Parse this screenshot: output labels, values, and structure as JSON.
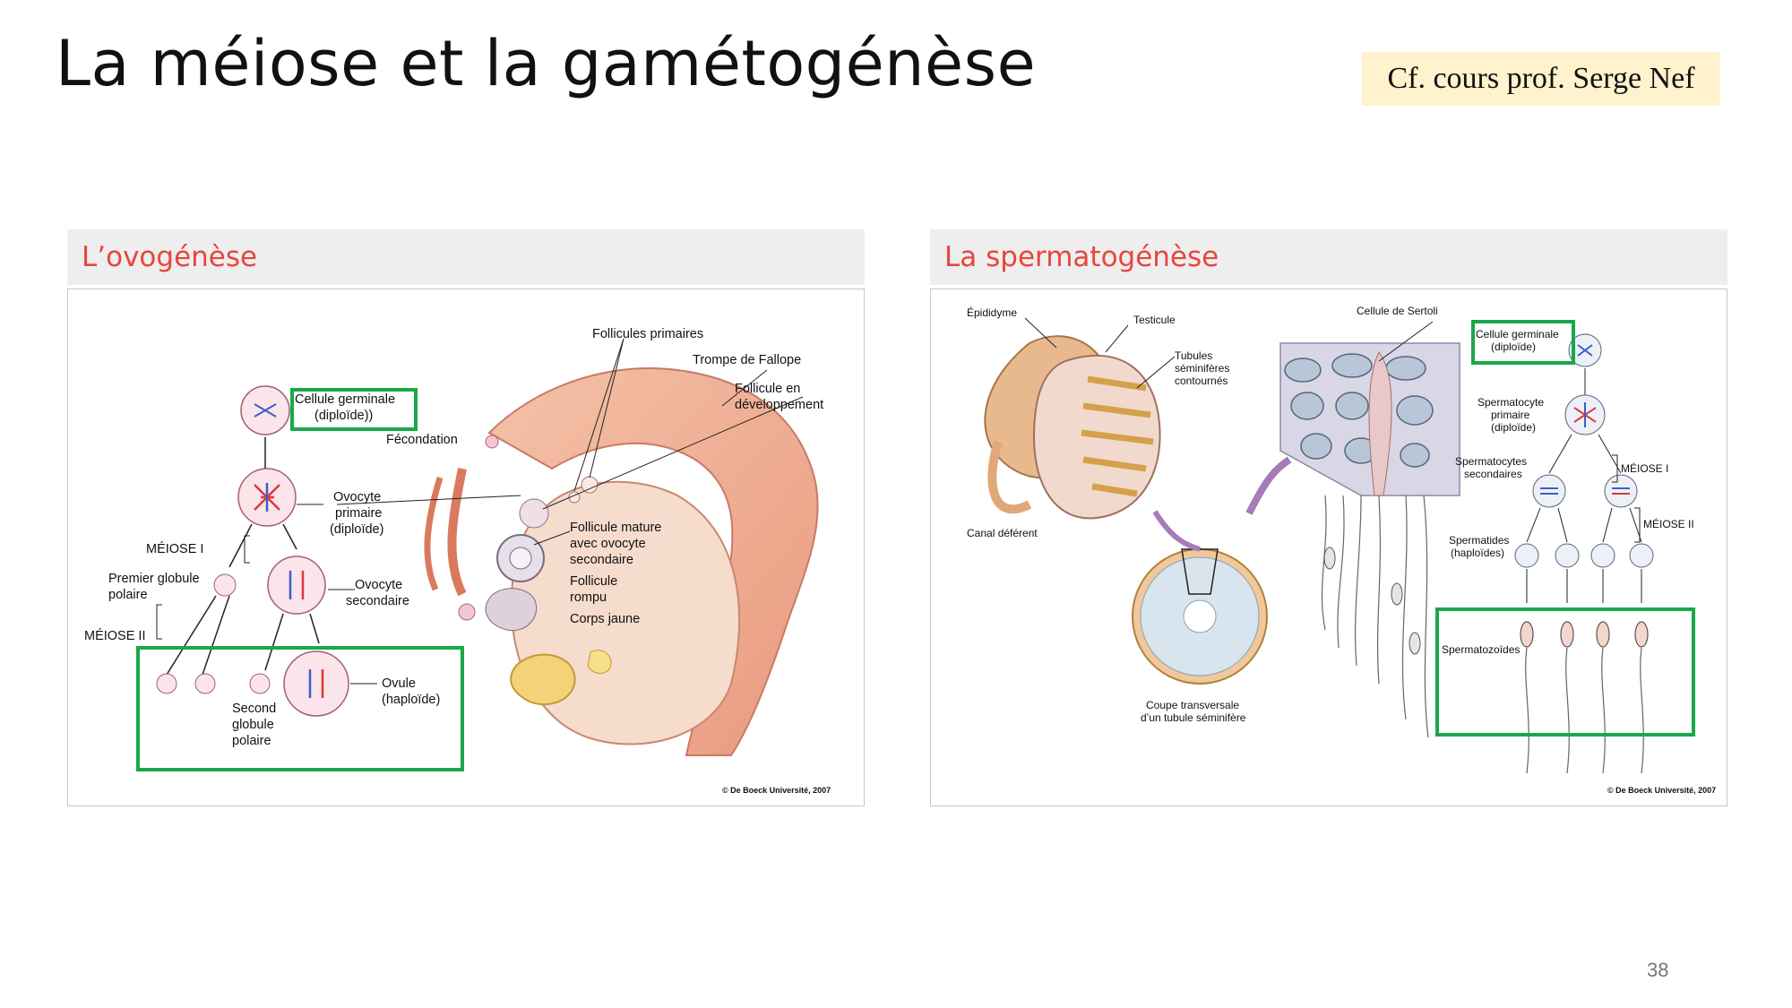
{
  "slide": {
    "title": "La méiose et la gamétogénèse",
    "reference": "Cf. cours prof. Serge Nef",
    "page_number": "38"
  },
  "left_panel": {
    "heading": "L’ovogénèse",
    "labels": {
      "follicules_primaires": "Follicules primaires",
      "trompe": "Trompe de Fallope",
      "follicule_dev_1": "Follicule en",
      "follicule_dev_2": "développement",
      "cellule_germinale_1": "Cellule germinale",
      "cellule_germinale_2": "(diploïde))",
      "fecondation": "Fécondation",
      "ovocyte_primaire_1": "Ovocyte",
      "ovocyte_primaire_2": "primaire",
      "ovocyte_primaire_3": "(diploïde)",
      "meiose_1": "MÉIOSE I",
      "premier_globule_1": "Premier globule",
      "premier_globule_2": "polaire",
      "meiose_2": "MÉIOSE II",
      "ovocyte_secondaire_1": "Ovocyte",
      "ovocyte_secondaire_2": "secondaire",
      "follicule_mature_1": "Follicule mature",
      "follicule_mature_2": "avec ovocyte",
      "follicule_mature_3": "secondaire",
      "follicule_rompu_1": "Follicule",
      "follicule_rompu_2": "rompu",
      "corps_jaune": "Corps jaune",
      "second_globule_1": "Second",
      "second_globule_2": "globule",
      "second_globule_3": "polaire",
      "ovule_1": "Ovule",
      "ovule_2": "(haploïde)",
      "copyright": "© De Boeck Université, 2007"
    }
  },
  "right_panel": {
    "heading": "La spermatogénèse",
    "labels": {
      "epididyme": "Épididyme",
      "testicule": "Testicule",
      "tubules_1": "Tubules",
      "tubules_2": "séminifères",
      "tubules_3": "contournés",
      "canal": "Canal déférent",
      "coupe_1": "Coupe transversale",
      "coupe_2": "d’un tubule séminifère",
      "sertoli": "Cellule de Sertoli",
      "cellule_germinale_1": "Cellule germinale",
      "cellule_germinale_2": "(diploïde)",
      "spermatocyte_1": "Spermatocyte",
      "spermatocyte_2": "primaire",
      "spermatocyte_3": "(diploïde)",
      "meiose_1": "MÉIOSE I",
      "spermatocytes_sec_1": "Spermatocytes",
      "spermatocytes_sec_2": "secondaires",
      "meiose_2": "MÉIOSE II",
      "spermatides_1": "Spermatides",
      "spermatides_2": "(haploïdes)",
      "spermatozoides": "Spermatozoïdes",
      "copyright": "© De Boeck Université, 2007"
    }
  },
  "colors": {
    "highlight": "#1aa84a",
    "heading_text": "#e8463c",
    "reference_bg": "#fff2cc",
    "chromosome_red": "#d83a3a",
    "chromosome_blue": "#3a5fc8"
  }
}
